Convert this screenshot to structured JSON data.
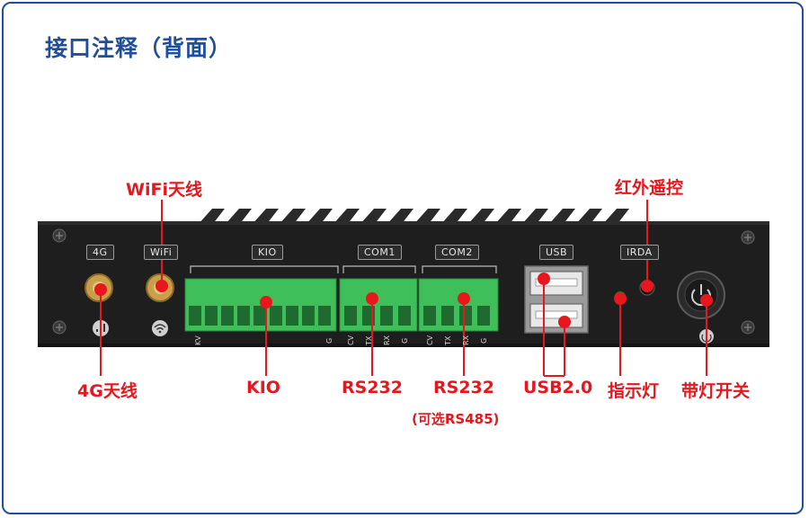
{
  "title": "接口注释（背面）",
  "labels": {
    "wifi_antenna": "WiFi天线",
    "ir_remote": "红外遥控",
    "antenna_4g": "4G天线",
    "kio": "KIO",
    "rs232_1": "RS232",
    "rs232_2": "RS232",
    "rs485_note": "(可选RS485)",
    "usb": "USB2.0",
    "indicator": "指示灯",
    "power_switch": "带灯开关"
  },
  "panel": {
    "tag_4g": "4G",
    "tag_wifi": "WiFi",
    "tag_kio": "KIO",
    "tag_com1": "COM1",
    "tag_com2": "COM2",
    "tag_usb": "USB",
    "tag_irda": "IRDA",
    "pins_kio_left": "KV",
    "pins_kio_right": "G",
    "pins_com1": [
      "CV",
      "TX",
      "RX",
      "G"
    ],
    "pins_com2": [
      "CV",
      "TX",
      "RX",
      "G"
    ]
  },
  "colors": {
    "title": "#1f4e9c",
    "callout": "#e8161d",
    "terminal": "#3fbf5a",
    "chassis": "#1e1e1e"
  }
}
